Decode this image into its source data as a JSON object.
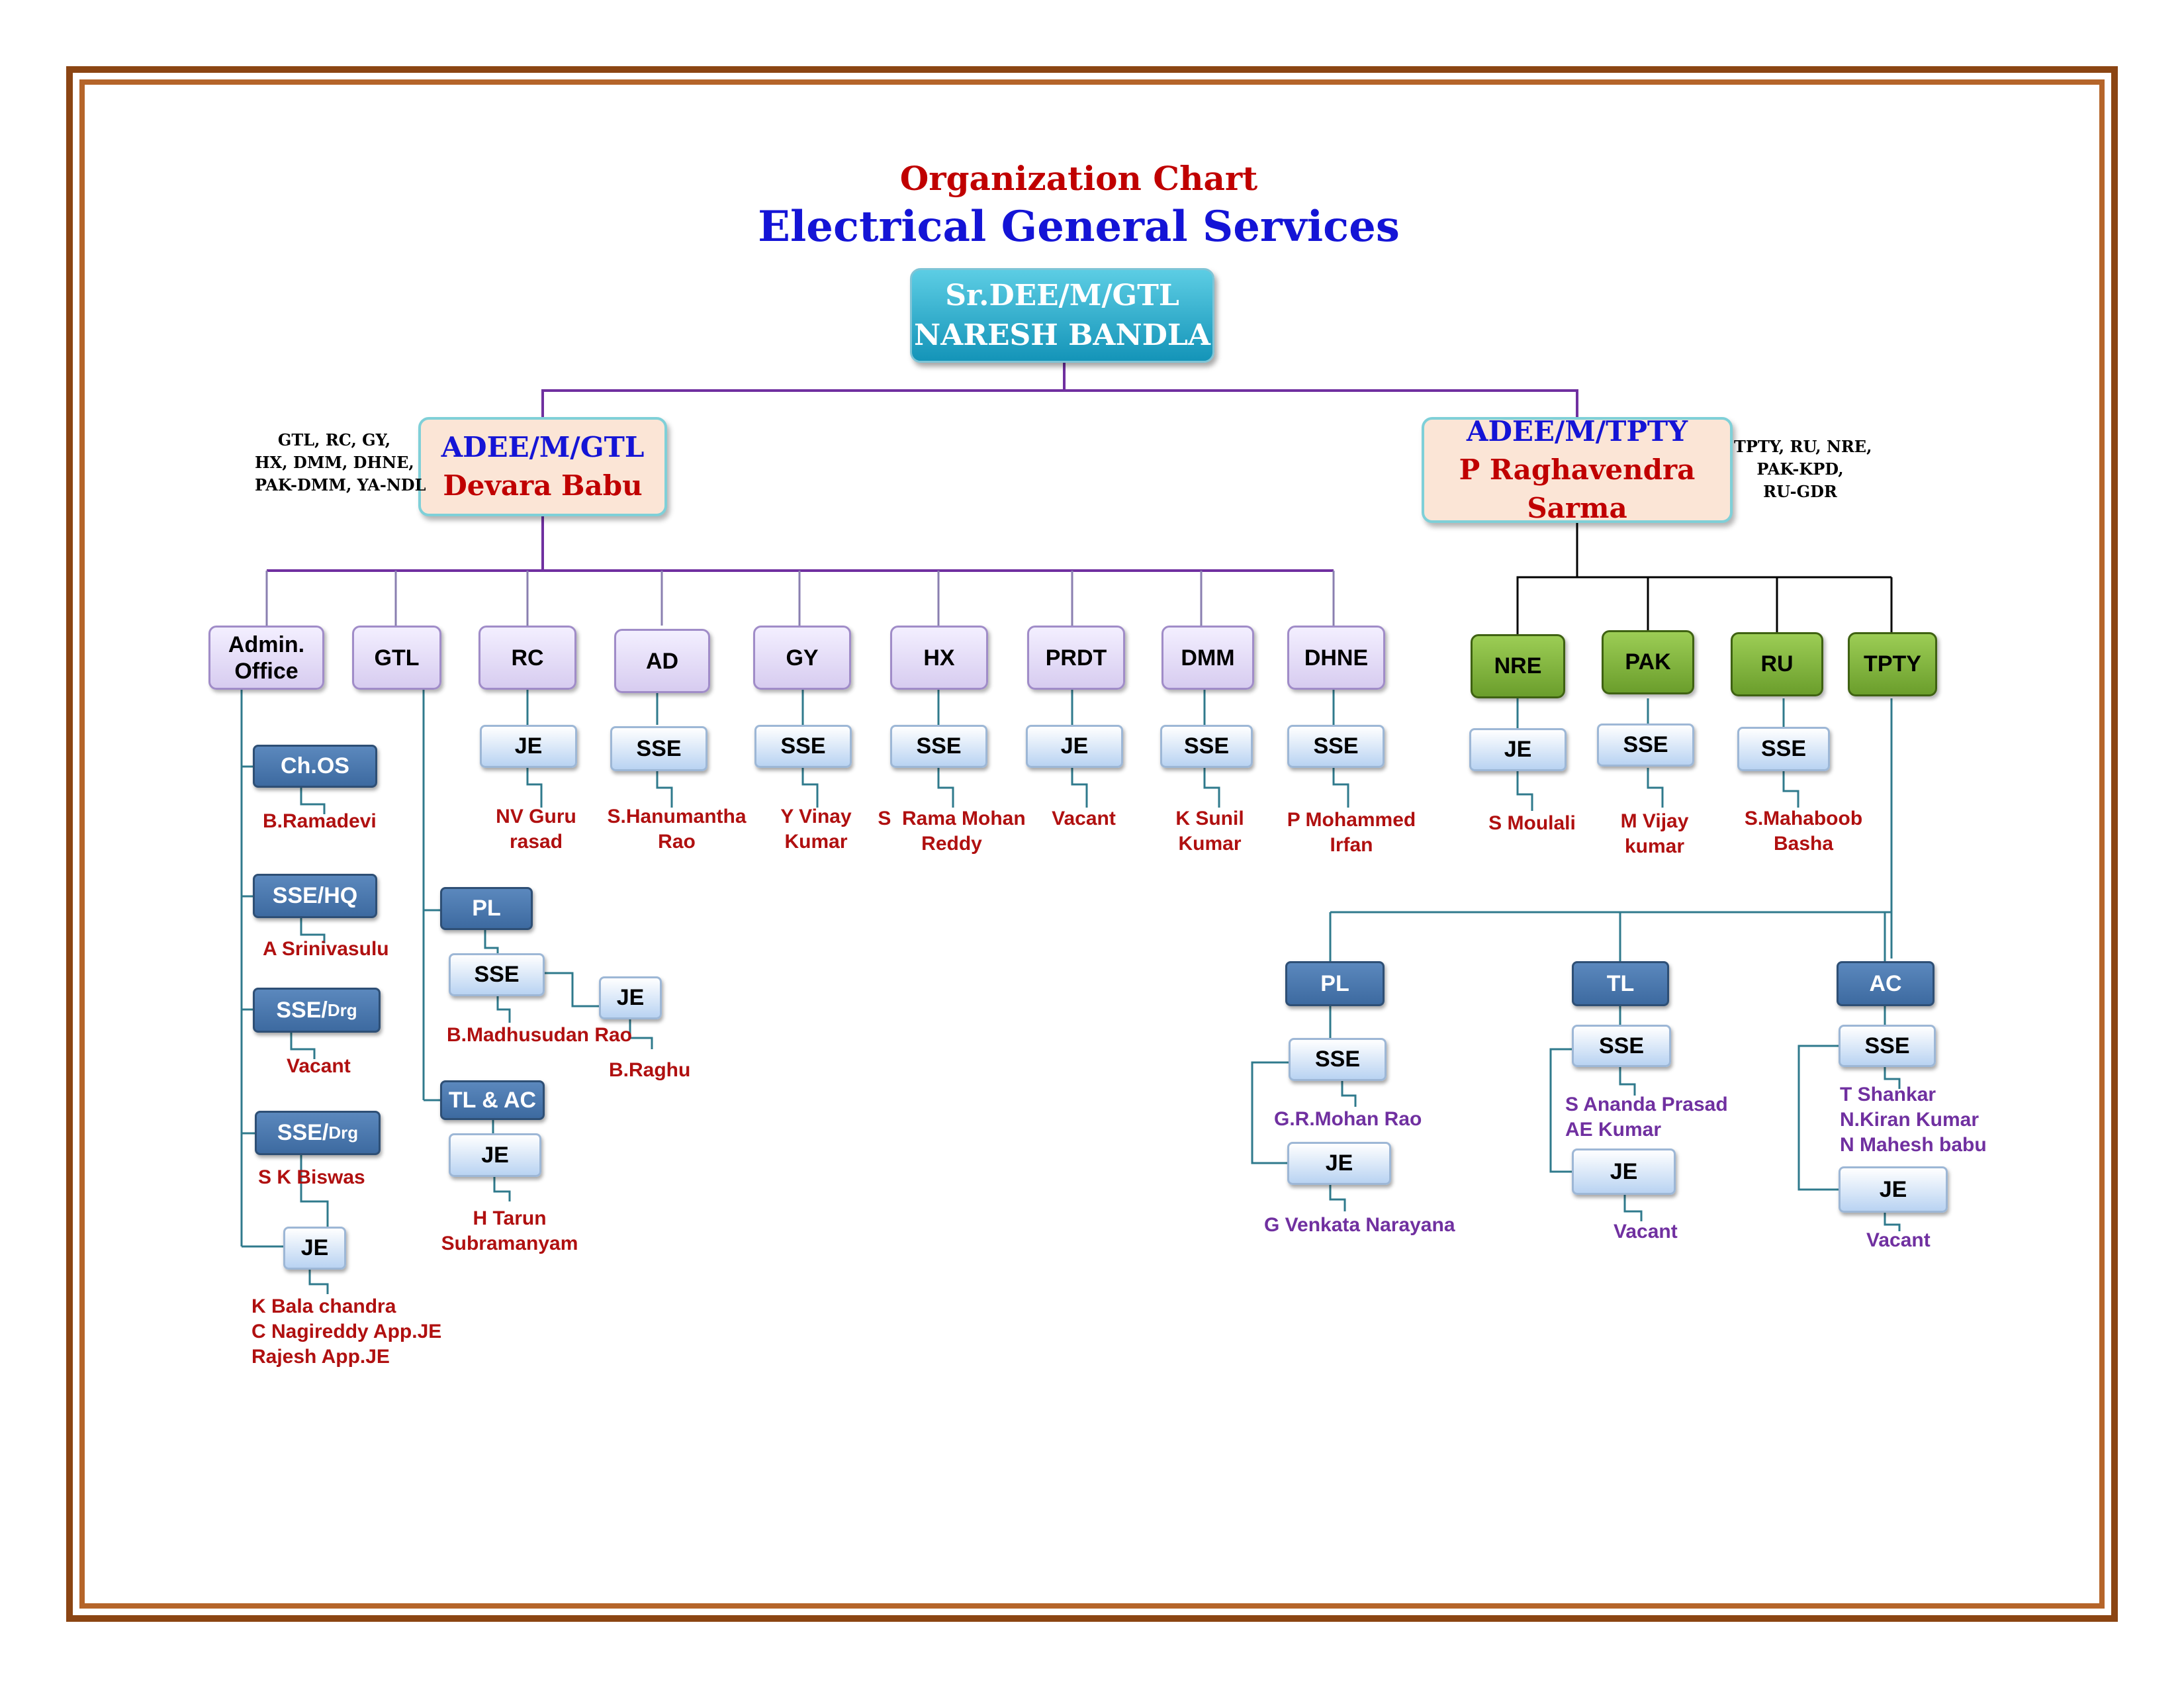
{
  "title": "Organization Chart",
  "subtitle": "Electrical General Services",
  "head": {
    "title": "Sr.DEE/M/GTL",
    "name": "NARESH BANDLA"
  },
  "adee_gtl": {
    "title": "ADEE/M/GTL",
    "name": "Devara Babu",
    "jurisdiction": "GTL, RC, GY,\nHX, DMM, DHNE,\nPAK-DMM, YA-NDL"
  },
  "adee_tpty": {
    "title": "ADEE/M/TPTY",
    "name": "P Raghavendra Sarma",
    "jurisdiction": "TPTY, RU, NRE,\nPAK-KPD,\nRU-GDR"
  },
  "gtl_units": {
    "admin": "Admin.\nOffice",
    "gtl": "GTL",
    "rc": {
      "label": "RC",
      "post": "JE",
      "name": "NV Guru\nrasad"
    },
    "ad": {
      "label": "AD",
      "post": "SSE",
      "name": "S.Hanumantha\nRao"
    },
    "gy": {
      "label": "GY",
      "post": "SSE",
      "name": "Y Vinay\nKumar"
    },
    "hx": {
      "label": "HX",
      "post": "SSE",
      "name": "S  Rama Mohan\nReddy"
    },
    "prdt": {
      "label": "PRDT",
      "post": "JE",
      "name": "Vacant"
    },
    "dmm": {
      "label": "DMM",
      "post": "SSE",
      "name": "K Sunil\nKumar"
    },
    "dhne": {
      "label": "DHNE",
      "post": "SSE",
      "name": "P Mohammed\nIrfan"
    }
  },
  "admin_office": {
    "chos": {
      "post": "Ch.OS",
      "name": "B.Ramadevi"
    },
    "ssehq": {
      "post": "SSE/HQ",
      "name": "A Srinivasulu"
    },
    "ssedrg1": {
      "post": "SSE/",
      "post_suffix": "Drg",
      "name": "Vacant"
    },
    "ssedrg2": {
      "post": "SSE/",
      "post_suffix": "Drg",
      "name": "S K Biswas"
    },
    "je": {
      "post": "JE",
      "name": "K Bala chandra\nC Nagireddy App.JE\nRajesh App.JE"
    }
  },
  "gtl_section": {
    "pl": "PL",
    "pl_sse": {
      "post": "SSE",
      "name": "B.Madhusudan Rao"
    },
    "pl_je": {
      "post": "JE",
      "name": "B.Raghu"
    },
    "tlac": "TL & AC",
    "tlac_je": {
      "post": "JE",
      "name": "H Tarun\nSubramanyam"
    }
  },
  "tpty_units": {
    "nre": {
      "label": "NRE",
      "post": "JE",
      "name": "S Moulali"
    },
    "pak": {
      "label": "PAK",
      "post": "SSE",
      "name": "M Vijay\nkumar"
    },
    "ru": {
      "label": "RU",
      "post": "SSE",
      "name": "S.Mahaboob\nBasha"
    },
    "tpty": "TPTY"
  },
  "tpty_section": {
    "pl": {
      "label": "PL",
      "sse": "SSE",
      "sse_name": "G.R.Mohan Rao",
      "je": "JE",
      "je_name": "G Venkata Narayana"
    },
    "tl": {
      "label": "TL",
      "sse": "SSE",
      "sse_name": "S Ananda Prasad\nAE Kumar",
      "je": "JE",
      "je_name": "Vacant"
    },
    "ac": {
      "label": "AC",
      "sse": "SSE",
      "sse_name": "T Shankar\nN.Kiran Kumar\nN Mahesh babu",
      "je": "JE",
      "je_name": "Vacant"
    }
  },
  "colors": {
    "frame": "#8b4513",
    "title_red": "#c00000",
    "title_blue": "#1414d6",
    "connector": "#7030a0",
    "name_red": "#b01010",
    "name_purple": "#7030a0"
  }
}
